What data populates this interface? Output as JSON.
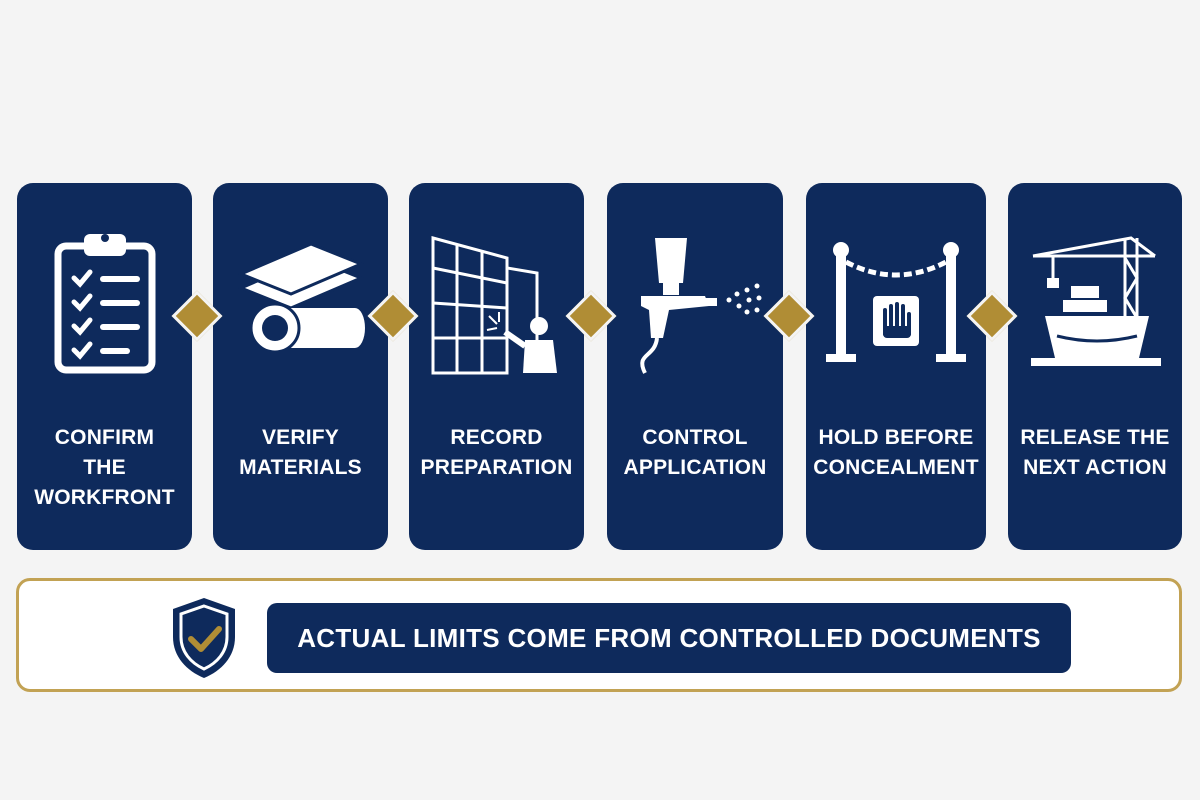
{
  "colors": {
    "navy": "#0e2a5c",
    "gold": "#b08d35",
    "white": "#ffffff"
  },
  "steps": [
    {
      "label": "CONFIRM\nTHE\nWORKFRONT",
      "icon": "clipboard-checklist-icon"
    },
    {
      "label": "VERIFY\nMATERIALS",
      "icon": "material-sheets-pipe-icon"
    },
    {
      "label": "RECORD\nPREPARATION",
      "icon": "welder-scaffold-icon"
    },
    {
      "label": "CONTROL\nAPPLICATION",
      "icon": "spray-gun-icon"
    },
    {
      "label": "HOLD BEFORE\nCONCEALMENT",
      "icon": "stop-hand-chain-barrier-icon"
    },
    {
      "label": "RELEASE THE\nNEXT ACTION",
      "icon": "crane-ship-icon"
    }
  ],
  "banner": {
    "icon": "shield-check-icon",
    "text": "ACTUAL LIMITS COME FROM CONTROLLED DOCUMENTS"
  }
}
